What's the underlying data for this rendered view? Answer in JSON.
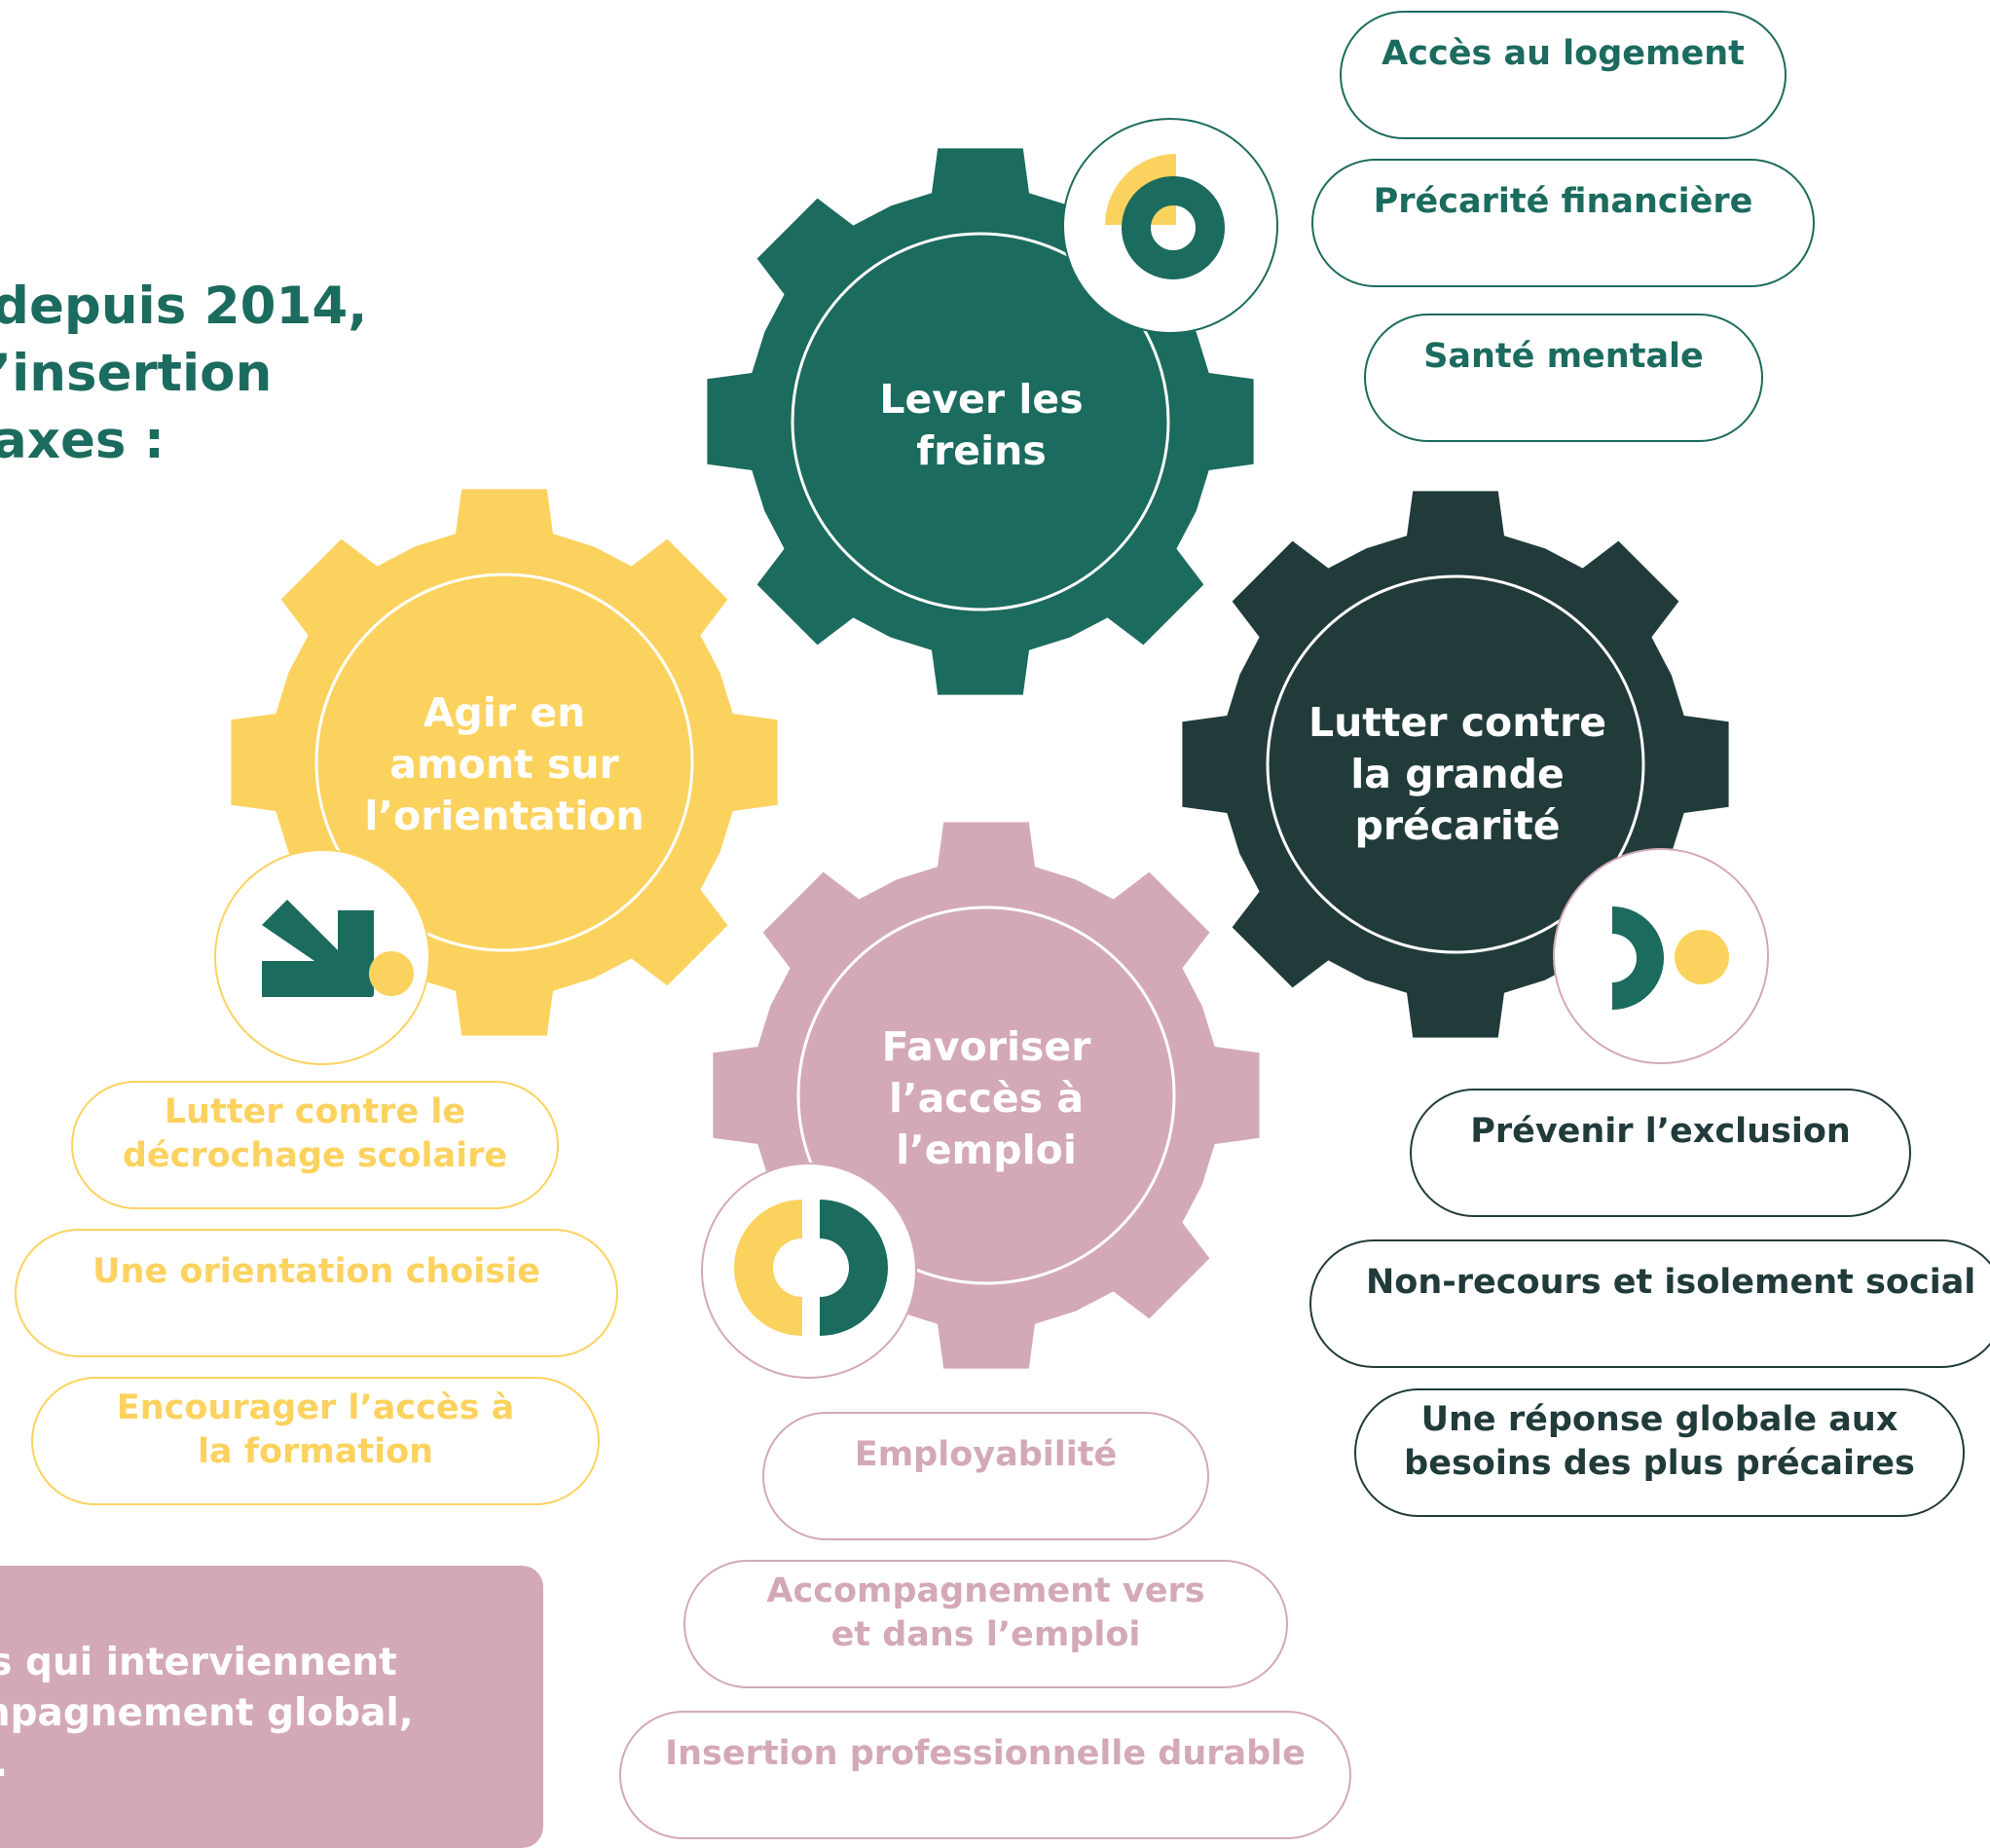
{
  "intro": {
    "lines": [
      "depuis 2014,",
      "’insertion",
      "axes :"
    ]
  },
  "colors": {
    "green": "#1b6b5e",
    "yellow": "#fcd25f",
    "pink": "#d3a9b6",
    "dark": "#213b3b"
  },
  "gears": [
    {
      "id": "lever-les-freins",
      "color": "green",
      "title_lines": [
        "Lever les",
        "freins"
      ],
      "items": [
        {
          "lines": [
            "Accès au logement"
          ]
        },
        {
          "lines": [
            "Précarité financière"
          ]
        },
        {
          "lines": [
            "Santé mentale"
          ]
        }
      ]
    },
    {
      "id": "agir-en-amont",
      "color": "yellow",
      "title_lines": [
        "Agir en",
        "amont sur",
        "l’orientation"
      ],
      "items": [
        {
          "lines": [
            "Lutter contre le",
            "décrochage scolaire"
          ]
        },
        {
          "lines": [
            "Une orientation choisie"
          ]
        },
        {
          "lines": [
            "Encourager l’accès à",
            "la formation"
          ]
        }
      ]
    },
    {
      "id": "lutter-grande-precarite",
      "color": "dark",
      "title_lines": [
        "Lutter contre",
        "la grande",
        "précarité"
      ],
      "items": [
        {
          "lines": [
            "Prévenir l’exclusion"
          ]
        },
        {
          "lines": [
            "Non-recours et isolement social"
          ]
        },
        {
          "lines": [
            "Une réponse globale aux",
            "besoins des plus précaires"
          ]
        }
      ]
    },
    {
      "id": "favoriser-emploi",
      "color": "pink",
      "title_lines": [
        "Favoriser",
        "l’accès à",
        "l’emploi"
      ],
      "items": [
        {
          "lines": [
            "Employabilité"
          ]
        },
        {
          "lines": [
            "Accompagnement vers",
            "et dans l’emploi"
          ]
        },
        {
          "lines": [
            "Insertion professionnelle durable"
          ]
        }
      ]
    }
  ],
  "footer_box": {
    "lines": [
      "rs qui interviennent",
      "mpagnement global,",
      "s."
    ]
  }
}
